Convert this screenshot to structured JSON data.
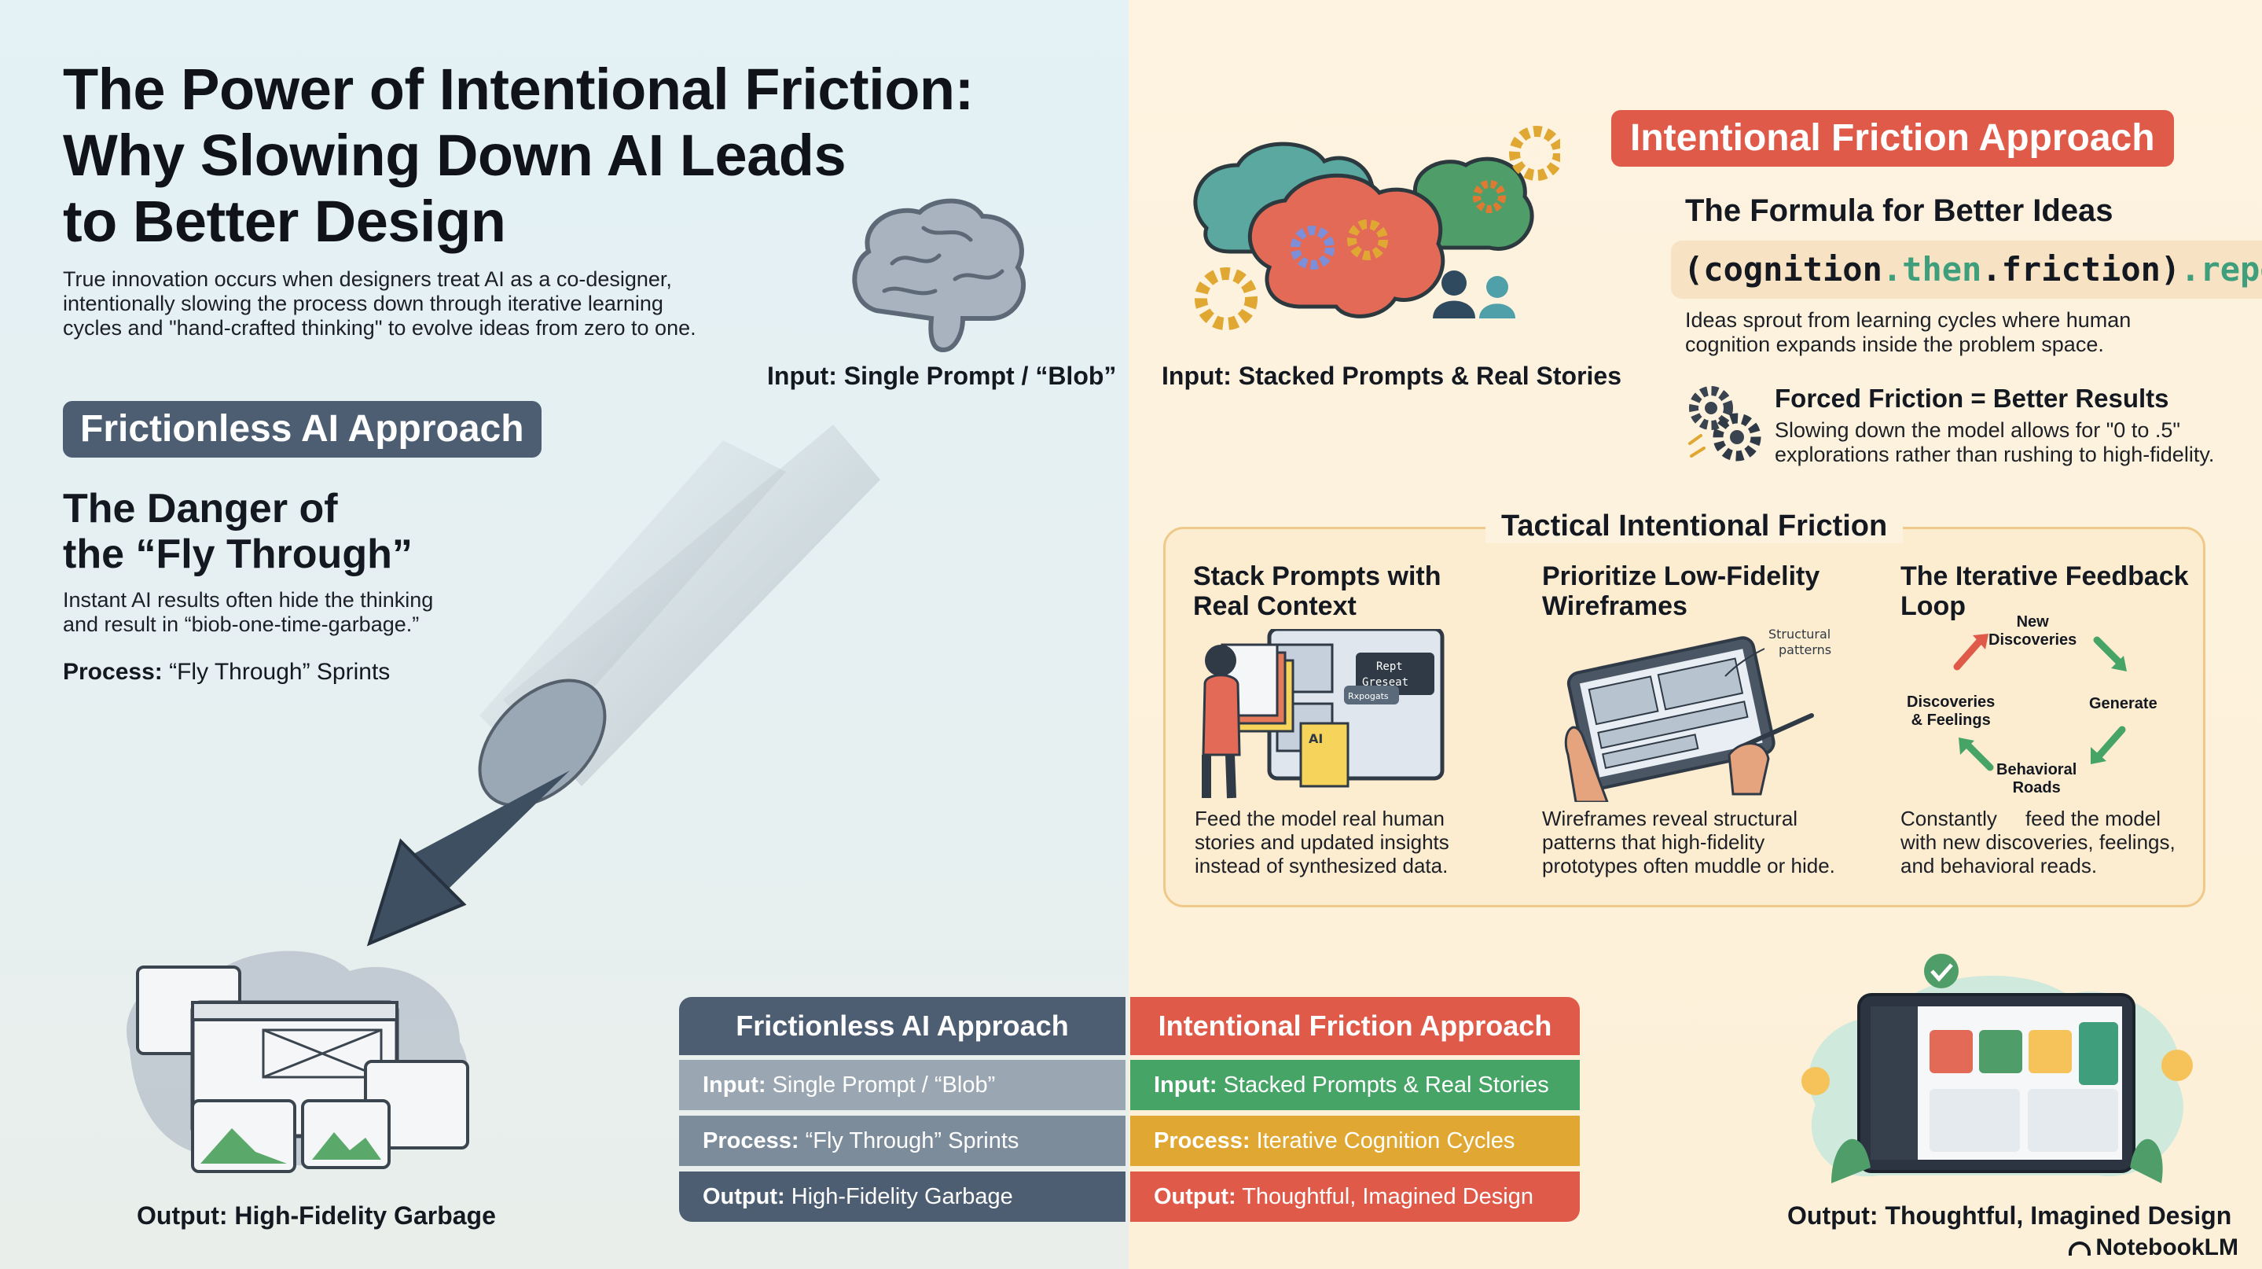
{
  "header": {
    "title_lines": [
      "The Power of Intentional Friction:",
      "Why Slowing Down AI Leads",
      "to Better Design"
    ],
    "intro_lines": [
      "True innovation occurs when designers treat AI as a co-designer,",
      "intentionally slowing the process down through iterative learning",
      "cycles and \"hand-crafted thinking\" to evolve ideas from zero to one."
    ]
  },
  "frictionless": {
    "badge": "Frictionless AI Approach",
    "input_caption": "Input: Single Prompt / “Blob”",
    "heading_lines": [
      "The Danger of",
      "the “Fly Through”"
    ],
    "desc_lines": [
      "Instant AI results often hide the thinking",
      "and result in “biob-one-time-garbage.”"
    ],
    "process_label": "Process:",
    "process_value": " “Fly Through” Sprints",
    "output_caption": "Output: High-Fidelity Garbage"
  },
  "intentional": {
    "badge": "Intentional Friction Approach",
    "input_caption": "Input: Stacked Prompts & Real Stories",
    "formula_title": "The Formula for Better Ideas",
    "formula": {
      "p1": "(cognition",
      "p2": ".then",
      "p3": ".friction)",
      "p4": ".repeat"
    },
    "formula_desc_lines": [
      "Ideas sprout from learning cycles where human",
      "cognition expands inside the problem space."
    ],
    "forced_title": "Forced Friction = Better Results",
    "forced_desc_lines": [
      "Slowing down the model allows for \"0 to .5\"",
      "explorations rather than rushing to high-fidelity."
    ],
    "output_caption": "Output: Thoughtful, Imagined Design"
  },
  "tactical": {
    "title": "Tactical Intentional Friction",
    "columns": [
      {
        "heading_lines": [
          "Stack Prompts with",
          "Real Context"
        ],
        "desc_lines": [
          "Feed the model real human",
          "stories and updated insights",
          "instead of synthesized data."
        ],
        "art_labels": [
          "Rept",
          "Greseat",
          "Rxpogats",
          "AI"
        ]
      },
      {
        "heading_lines": [
          "Prioritize Low-Fidelity",
          "Wireframes"
        ],
        "desc_lines": [
          "Wireframes reveal structural",
          "patterns that high-fidelity",
          "prototypes often muddle or hide."
        ],
        "art_labels": [
          "Structural",
          "patterns"
        ]
      },
      {
        "heading_lines": [
          "The Iterative Feedback",
          "Loop"
        ],
        "desc_lines": [
          "Constantly     feed the model",
          "with new discoveries, feelings,",
          "and behavioral reads."
        ],
        "loop": {
          "top": [
            "New",
            "Discoveries"
          ],
          "right": [
            "Generate"
          ],
          "bottom": [
            "Behavioral",
            "Roads"
          ],
          "left": [
            "Discoveries",
            "& Feelings"
          ]
        }
      }
    ]
  },
  "comparison": {
    "left_header": "Frictionless AI Approach",
    "right_header": "Intentional Friction Approach",
    "rows": [
      {
        "left_label": "Input:",
        "left_value": " Single Prompt / “Blob”",
        "right_label": "Input:",
        "right_value": " Stacked Prompts & Real Stories",
        "right_color": "#45a466"
      },
      {
        "left_label": "Process:",
        "left_value": " “Fly Through” Sprints",
        "right_label": "Process:",
        "right_value": " Iterative Cognition Cycles",
        "right_color": "#e0a832"
      },
      {
        "left_label": "Output:",
        "left_value": " High-Fidelity Garbage",
        "right_label": "Output:",
        "right_value": " Thoughtful, Imagined Design",
        "right_color": "#e05a4a"
      }
    ]
  },
  "footer": {
    "brand": "NotebookLM"
  },
  "colors": {
    "slate": "#4d5e73",
    "red": "#e05a4a",
    "green": "#45a466",
    "amber": "#e0a832",
    "teal": "#3f9e7c"
  }
}
